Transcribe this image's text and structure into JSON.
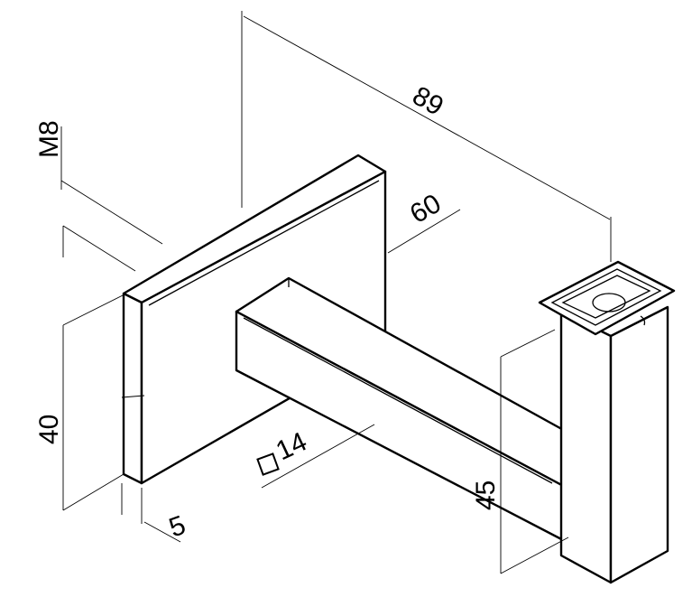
{
  "drawing": {
    "title": "Handrail bracket dimension drawing",
    "dimensions": {
      "overall_length": "89",
      "thread": "M8",
      "plate_width": "60",
      "plate_height": "40",
      "bar_section": "14",
      "bar_section_symbol": "square",
      "plate_thickness": "5",
      "post_height": "45"
    }
  }
}
